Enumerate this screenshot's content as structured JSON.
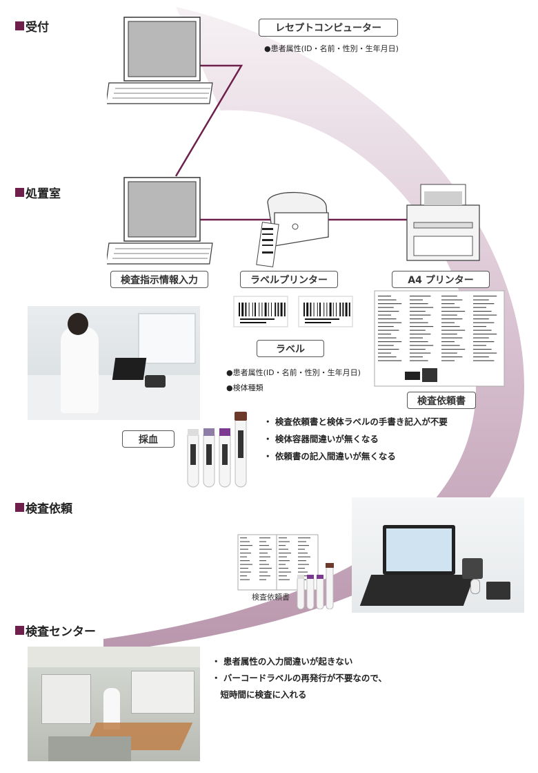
{
  "sections": {
    "reception": "受付",
    "treatment": "処置室",
    "request": "検査依頼",
    "center": "検査センター"
  },
  "labels": {
    "receipt_computer": "レセプトコンピューター",
    "test_input": "検査指示情報入力",
    "label_printer": "ラベルプリンター",
    "a4_printer": "A4 プリンター",
    "label": "ラベル",
    "request_form": "検査依頼書",
    "blood_draw": "採血",
    "request_form_small": "検査依頼書"
  },
  "notes": {
    "receipt_attr": "●患者属性(ID・名前・性別・生年月日)",
    "label_attr": "●患者属性(ID・名前・性別・生年月日)",
    "label_type": "●検体種類"
  },
  "benefits_treatment": [
    "・ 検査依頼書と検体ラベルの手書き記入が不要",
    "・ 検体容器間違いが無くなる",
    "・ 依頼書の記入間違いが無くなる"
  ],
  "benefits_center": [
    "・ 患者属性の入力間違いが起きない",
    "・ バーコードラベルの再発行が不要なので、",
    "　短時間に検査に入れる"
  ],
  "colors": {
    "accent": "#6e1f4b",
    "arc_light": "#efe6ec",
    "arc_dark": "#b08aa3"
  }
}
